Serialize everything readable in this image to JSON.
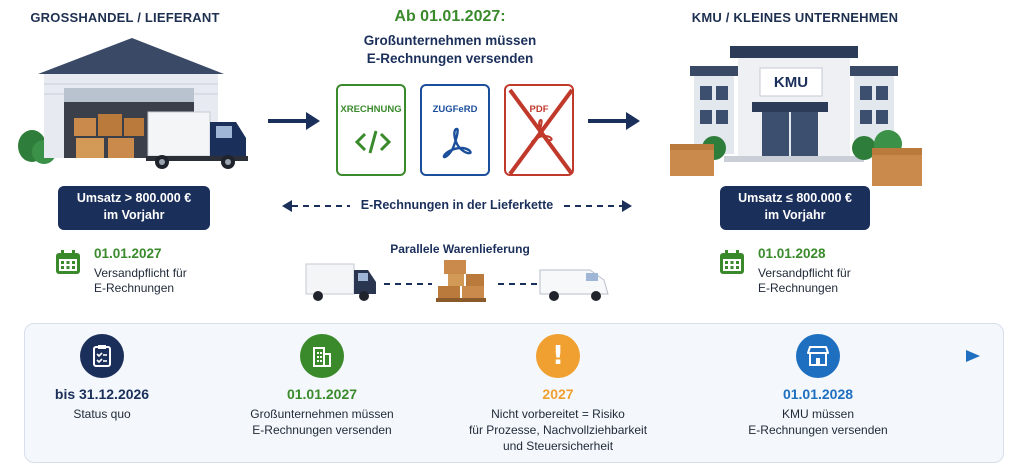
{
  "left": {
    "title": "GROSSHANDEL / LIEFERANT",
    "revenue_line1": "Umsatz > 800.000 €",
    "revenue_line2": "im Vorjahr",
    "date": "01.01.2027",
    "desc_line1": "Versandpflicht für",
    "desc_line2": "E-Rechnungen"
  },
  "center": {
    "headline": "Ab 01.01.2027:",
    "sub_line1": "Großunternehmen müssen",
    "sub_line2": "E-Rechnungen versenden",
    "docs": [
      {
        "label": "XRECHNUNG",
        "icon": "code-icon",
        "color": "#3a8a2c"
      },
      {
        "label": "ZUGFeRD",
        "icon": "pdf-logo-icon",
        "color": "#1b4f9c"
      },
      {
        "label": "PDF",
        "icon": "pdf-crossed-icon",
        "color": "#c0392b"
      }
    ],
    "supply_chain": "E-Rechnungen in der Lieferkette",
    "parallel": "Parallele Warenlieferung"
  },
  "right": {
    "title": "KMU / KLEINES UNTERNEHMEN",
    "sign": "KMU",
    "revenue_line1": "Umsatz ≤ 800.000 €",
    "revenue_line2": "im Vorjahr",
    "date": "01.01.2028",
    "desc_line1": "Versandpflicht für",
    "desc_line2": "E-Rechnungen"
  },
  "timeline": [
    {
      "date": "bis 31.12.2026",
      "desc": [
        "Status quo"
      ],
      "color": "#1b2f5b",
      "icon": "checklist-icon"
    },
    {
      "date": "01.01.2027",
      "desc": [
        "Großunternehmen müssen",
        "E-Rechnungen versenden"
      ],
      "color": "#3a8a2c",
      "icon": "building-icon"
    },
    {
      "date": "2027",
      "desc": [
        "Nicht vorbereitet = Risiko",
        "für Prozesse, Nachvollziehbarkeit",
        "und Steuersicherheit"
      ],
      "color": "#f0a030",
      "icon": "exclamation-icon"
    },
    {
      "date": "01.01.2028",
      "desc": [
        "KMU müssen",
        "E-Rechnungen versenden"
      ],
      "color": "#1e6fc0",
      "icon": "shop-icon"
    }
  ]
}
